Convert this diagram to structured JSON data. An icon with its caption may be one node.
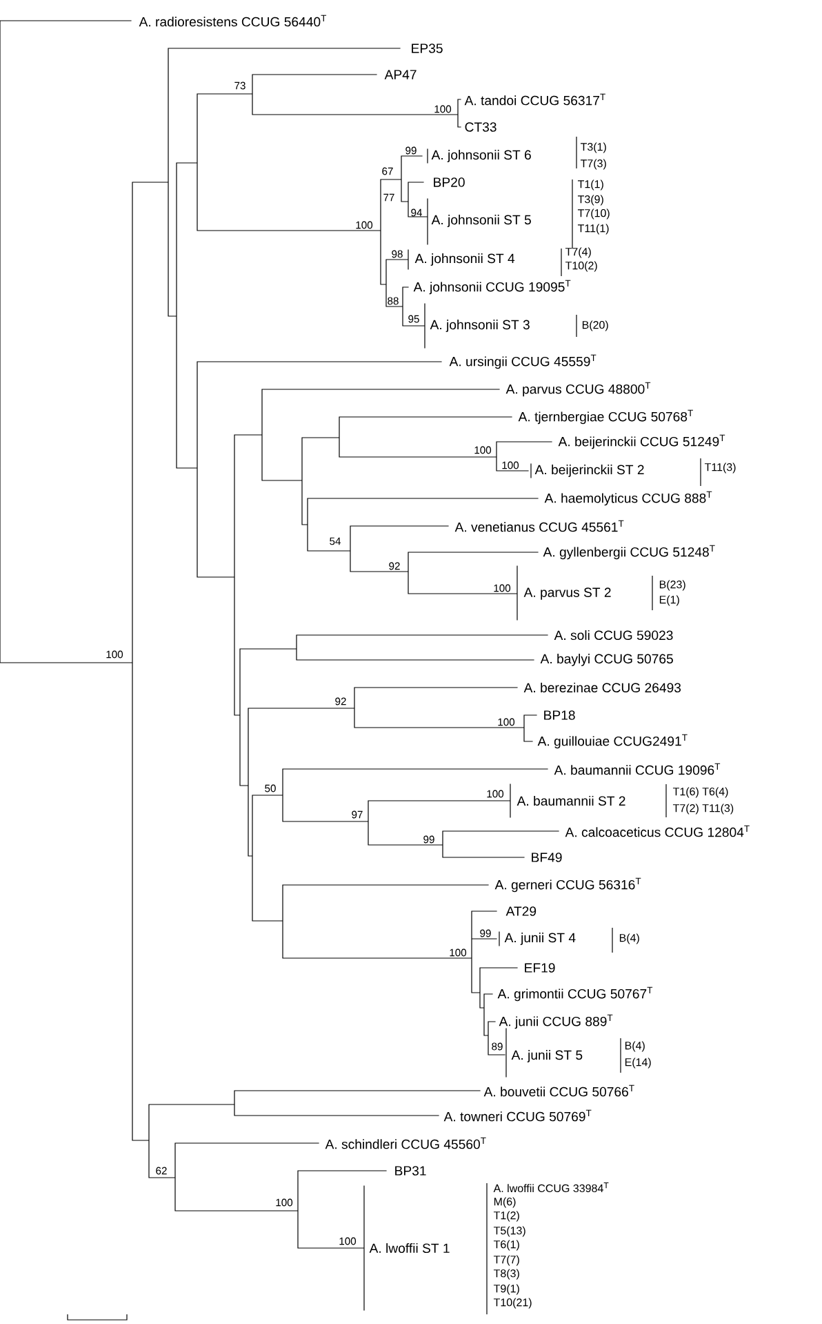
{
  "diagram": {
    "labels": [
      "A. radioresistens CCUG 56440$^{T}$",
      "EP35",
      "AP47",
      "73",
      "A. tandoi CCUG 56317$^{T}$",
      "100",
      "CT33",
      "T3(1)",
      "99",
      "A. johnsonii ST 6",
      "T7(3)",
      "67",
      "BP20",
      "T1(1)",
      "77",
      "T3(9)",
      "94",
      "T7(10)",
      "A. johnsonii ST 5",
      "100",
      "T11(1)",
      "T7(4)",
      "98",
      "A. johnsonii ST 4",
      "T10(2)",
      "A. johnsonii CCUG 19095$^{T}$",
      "88",
      "95",
      "A. johnsonii ST 3",
      "B(20)",
      "A. ursingii CCUG 45559$^{T}$",
      "A. parvus CCUG 48800$^{T}$",
      "A. tjernbergiae CCUG 50768$^{T}$",
      "A. beijerinckii CCUG 51249$^{T}$",
      "100",
      "100",
      "A. beijerinckii ST 2",
      "T11(3)",
      "A. haemolyticus CCUG 888$^{T}$",
      "A. venetianus CCUG 45561$^{T}$",
      "54",
      "A. gyllenbergii CCUG 51248$^{T}$",
      "92",
      "B(23)",
      "100",
      "A. parvus ST 2",
      "E(1)",
      "A. soli CCUG 59023",
      "100",
      "A. baylyi CCUG 50765",
      "A. berezinae CCUG 26493",
      "92",
      "BP18",
      "100",
      "A. guillouiae CCUG2491$^{T}$",
      "A. baumannii CCUG 19096$^{T}$",
      "50",
      "100",
      "T1(6) T6(4)",
      "A. baumannii ST 2",
      "T7(2) T11(3)",
      "97",
      "A. calcoaceticus CCUG 12804$^{T}$",
      "99",
      "BF49",
      "A. gerneri CCUG 56316$^{T}$",
      "AT29",
      "99",
      "A. junii ST 4",
      "B(4)",
      "100",
      "EF19",
      "A. grimontii CCUG 50767$^{T}$",
      "A. junii CCUG 889$^{T}$",
      "B(4)",
      "89",
      "A. junii ST 5",
      "E(14)",
      "A. bouvetii CCUG 50766$^{T}$",
      "A. towneri CCUG 50769$^{T}$",
      "A. schindleri CCUG 45560$^{T}$",
      "BP31",
      "62",
      "A. lwoffii CCUG 33984$^{T}$",
      "M(6)",
      "100",
      "T1(2)",
      "T5(13)",
      "100",
      "T6(1)",
      "A. lwoffii ST 1",
      "T7(7)",
      "T8(3)",
      "T9(1)",
      "T10(21)"
    ]
  }
}
